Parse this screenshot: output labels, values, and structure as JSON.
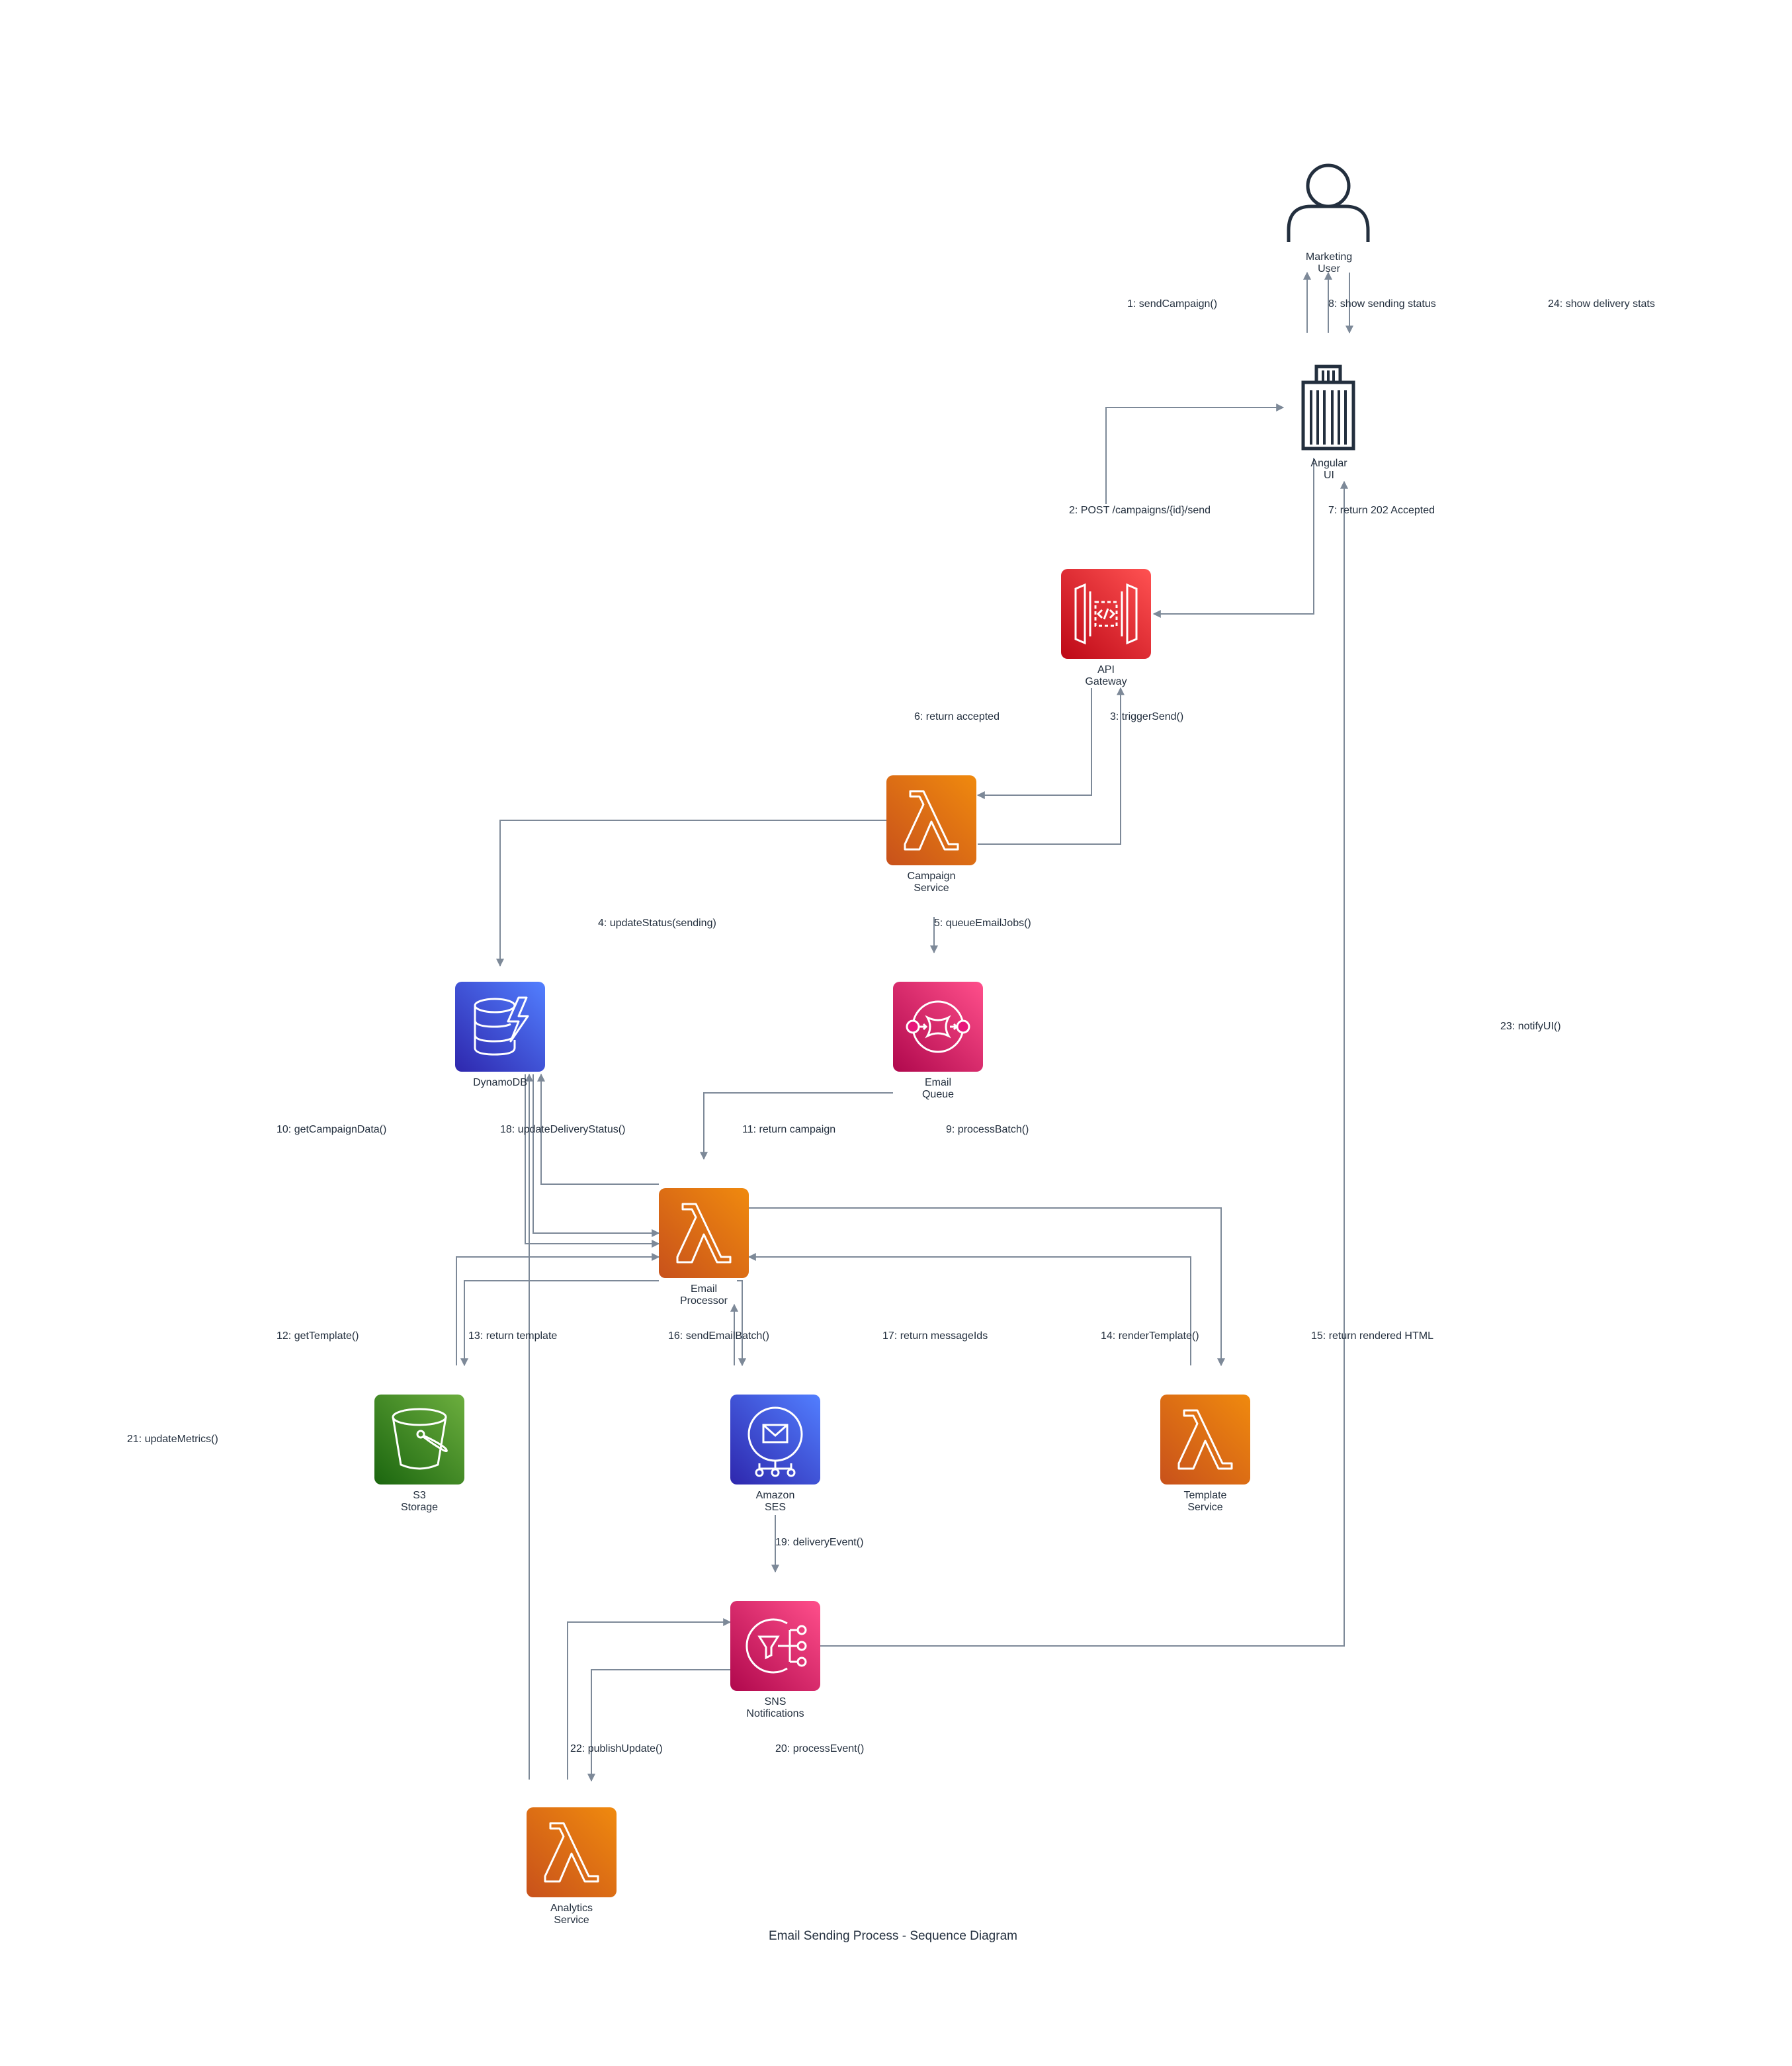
{
  "diagram": {
    "title": "Email Sending Process - Sequence Diagram",
    "colors": {
      "line": "#7d8998",
      "compute": "#ed7100",
      "api": "#e7157b",
      "database": "#3b48cc",
      "storage": "#3f8624",
      "text": "#232f3e"
    },
    "nodes": {
      "marketing_user": {
        "label": "Marketing\nUser",
        "icon": "user-icon"
      },
      "angular_ui": {
        "label": "Angular\nUI",
        "icon": "office-building-icon"
      },
      "api_gateway": {
        "label": "API\nGateway",
        "icon": "api-gateway-icon"
      },
      "campaign_service": {
        "label": "Campaign\nService",
        "icon": "lambda-icon"
      },
      "dynamodb": {
        "label": "DynamoDB",
        "icon": "dynamodb-icon"
      },
      "email_queue": {
        "label": "Email\nQueue",
        "icon": "sqs-icon"
      },
      "email_processor": {
        "label": "Email\nProcessor",
        "icon": "lambda-icon"
      },
      "s3_storage": {
        "label": "S3\nStorage",
        "icon": "s3-bucket-icon"
      },
      "amazon_ses": {
        "label": "Amazon\nSES",
        "icon": "ses-icon"
      },
      "template_service": {
        "label": "Template\nService",
        "icon": "lambda-icon"
      },
      "sns_notifications": {
        "label": "SNS\nNotifications",
        "icon": "sns-icon"
      },
      "analytics_service": {
        "label": "Analytics\nService",
        "icon": "lambda-icon"
      }
    },
    "edges": {
      "e1": "1: sendCampaign()",
      "e2": "2: POST /campaigns/{id}/send",
      "e3": "3: triggerSend()",
      "e4": "4: updateStatus(sending)",
      "e5": "5: queueEmailJobs()",
      "e6": "6: return accepted",
      "e7": "7: return 202 Accepted",
      "e8": "8: show sending status",
      "e9": "9: processBatch()",
      "e10": "10: getCampaignData()",
      "e11": "11: return campaign",
      "e12": "12: getTemplate()",
      "e13": "13: return template",
      "e14": "14: renderTemplate()",
      "e15": "15: return rendered HTML",
      "e16": "16: sendEmailBatch()",
      "e17": "17: return messageIds",
      "e18": "18: updateDeliveryStatus()",
      "e19": "19: deliveryEvent()",
      "e20": "20: processEvent()",
      "e21": "21: updateMetrics()",
      "e22": "22: publishUpdate()",
      "e23": "23: notifyUI()",
      "e24": "24: show delivery stats"
    }
  }
}
